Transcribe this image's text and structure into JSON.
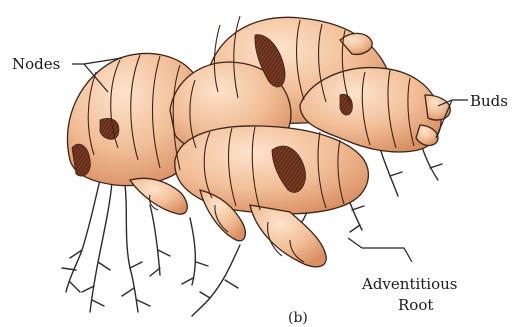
{
  "figure": {
    "caption": "(b)",
    "colors": {
      "body_fill": "#f2bf98",
      "body_shade": "#d98f63",
      "highlight": "#fde3cc",
      "node_dark": "#7a3a22",
      "outline": "#3b2418",
      "root": "#2b2b2b",
      "leader": "#222222"
    },
    "labels": {
      "nodes": "Nodes",
      "buds": "Buds",
      "adventitious_line1": "Adventitious",
      "adventitious_line2": "Root"
    }
  }
}
